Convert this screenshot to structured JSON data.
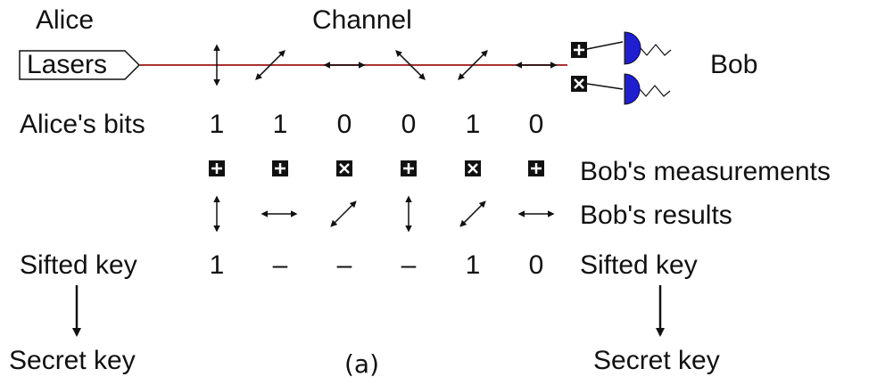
{
  "labels": {
    "alice": "Alice",
    "channel": "Channel",
    "lasers": "Lasers",
    "bob": "Bob",
    "alice_bits": "Alice's bits",
    "bob_measurements": "Bob's measurements",
    "bob_results": "Bob's results",
    "sifted_key_left": "Sifted key",
    "sifted_key_right": "Sifted key",
    "secret_key_left": "Secret key",
    "secret_key_right": "Secret key",
    "caption": "(a)"
  },
  "channel_polarizations": [
    "vertical",
    "diagonal",
    "horizontal",
    "antidiagonal",
    "diagonal",
    "horizontal"
  ],
  "alice_bits": [
    "1",
    "1",
    "0",
    "0",
    "1",
    "0"
  ],
  "bob_bases": [
    "rectilinear",
    "rectilinear",
    "diagonal",
    "rectilinear",
    "diagonal",
    "rectilinear"
  ],
  "bob_results": [
    "vertical",
    "horizontal",
    "diagonal",
    "vertical",
    "diagonal",
    "horizontal"
  ],
  "sifted_key": [
    "1",
    "–",
    "–",
    "–",
    "1",
    "0"
  ],
  "detector_bases": [
    "rectilinear",
    "diagonal"
  ],
  "colors": {
    "beam": "#a83232",
    "detector": "#1f1fcf",
    "ink": "#111111"
  }
}
